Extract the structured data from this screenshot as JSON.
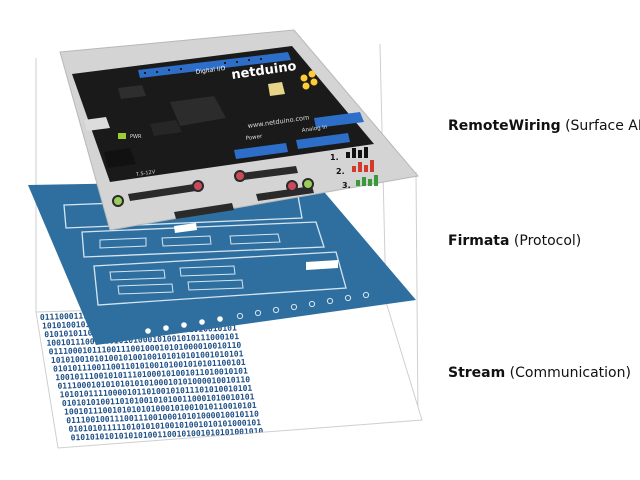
{
  "layers": [
    {
      "name": "RemoteWiring",
      "desc": "(Surface API)"
    },
    {
      "name": "Firmata",
      "desc": "(Protocol)"
    },
    {
      "name": "Stream",
      "desc": "(Communication)"
    }
  ],
  "board": {
    "brand": "netduino",
    "website": "www.netduino.com",
    "digital_io_label": "Digital I/O",
    "power_label": "Power",
    "analog_label": "Analog In",
    "pwr_led_label": "PWR",
    "voltage_label": "7.5-12V"
  },
  "legend_numbers": [
    "1.",
    "2.",
    "3."
  ],
  "colors": {
    "firmata_blue": "#2f6f9f",
    "bits_blue": "#1e4f86",
    "board_black": "#1a1a1a",
    "board_frame": "#d4d4d4",
    "header_blue": "#2d6ec9",
    "legend_red": "#d33a2c",
    "legend_green": "#3a9a3a"
  },
  "bits": [
    "0111000111010101001100101010010101010110",
    "1010100101010010100100101010101001010101",
    "0101010110010101001010100110001010010101",
    "1001011100101010101000101001010111000101",
    "0111000101110011100100010101000010010110",
    "1010100101010010100100101010101001010101",
    "0101011100110011010100101001010101100101",
    "1001011100101011101000101001011010010101",
    "0111000101010101010100010101000010010110",
    "1010101111000010110100101011101010010101",
    "0101010100110101001010100110001010010101",
    "1001011100101010101000101001010110010101",
    "0111001001110011100100010101000010010110",
    "0101010111110101010100101001010101000101",
    "0101010101010101001100101001010101001010"
  ]
}
